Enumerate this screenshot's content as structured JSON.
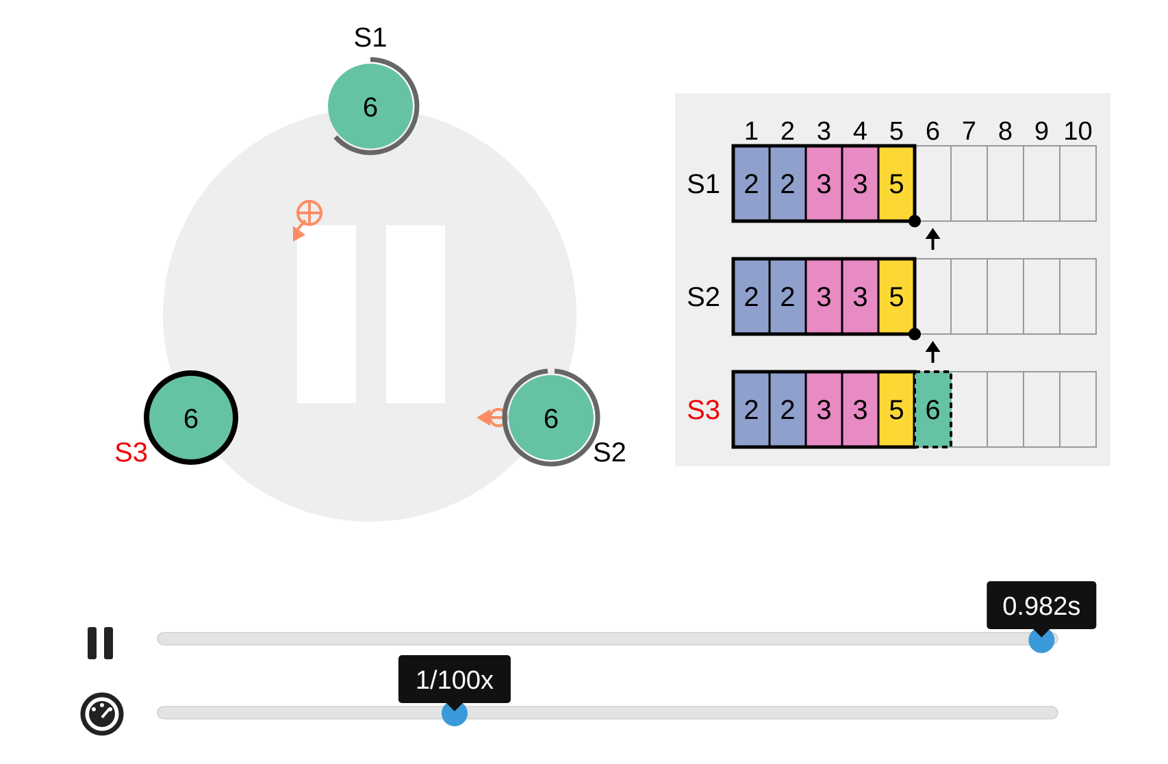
{
  "servers": [
    {
      "label": "S1",
      "term": "6",
      "label_color": "#000000",
      "role": "follower"
    },
    {
      "label": "S2",
      "term": "6",
      "label_color": "#000000",
      "role": "follower"
    },
    {
      "label": "S3",
      "term": "6",
      "label_color": "#ee0000",
      "role": "leader"
    }
  ],
  "log": {
    "indices": [
      "1",
      "2",
      "3",
      "4",
      "5",
      "6",
      "7",
      "8",
      "9",
      "10"
    ],
    "rows": [
      {
        "server": "S1",
        "label_color": "#000000",
        "entries": [
          "2",
          "2",
          "3",
          "3",
          "5"
        ],
        "uncommitted": []
      },
      {
        "server": "S2",
        "label_color": "#000000",
        "entries": [
          "2",
          "2",
          "3",
          "3",
          "5"
        ],
        "uncommitted": []
      },
      {
        "server": "S3",
        "label_color": "#ee0000",
        "entries": [
          "2",
          "2",
          "3",
          "3",
          "5"
        ],
        "uncommitted": [
          "6"
        ]
      }
    ]
  },
  "term_colors": {
    "2": "#8fa0cc",
    "3": "#e88ac4",
    "5": "#fdd835",
    "6": "#66c2a5"
  },
  "colors": {
    "accent": "#3a9ad9",
    "message": "#fc8d62",
    "cluster_bg": "#eeeeee",
    "log_bg": "#efefef"
  },
  "controls": {
    "pause_icon": "pause-icon",
    "speed_icon": "speedometer-icon",
    "time_label": "0.982s",
    "time_fraction": 0.982,
    "speed_label": "1/100x",
    "speed_fraction": 0.33
  }
}
